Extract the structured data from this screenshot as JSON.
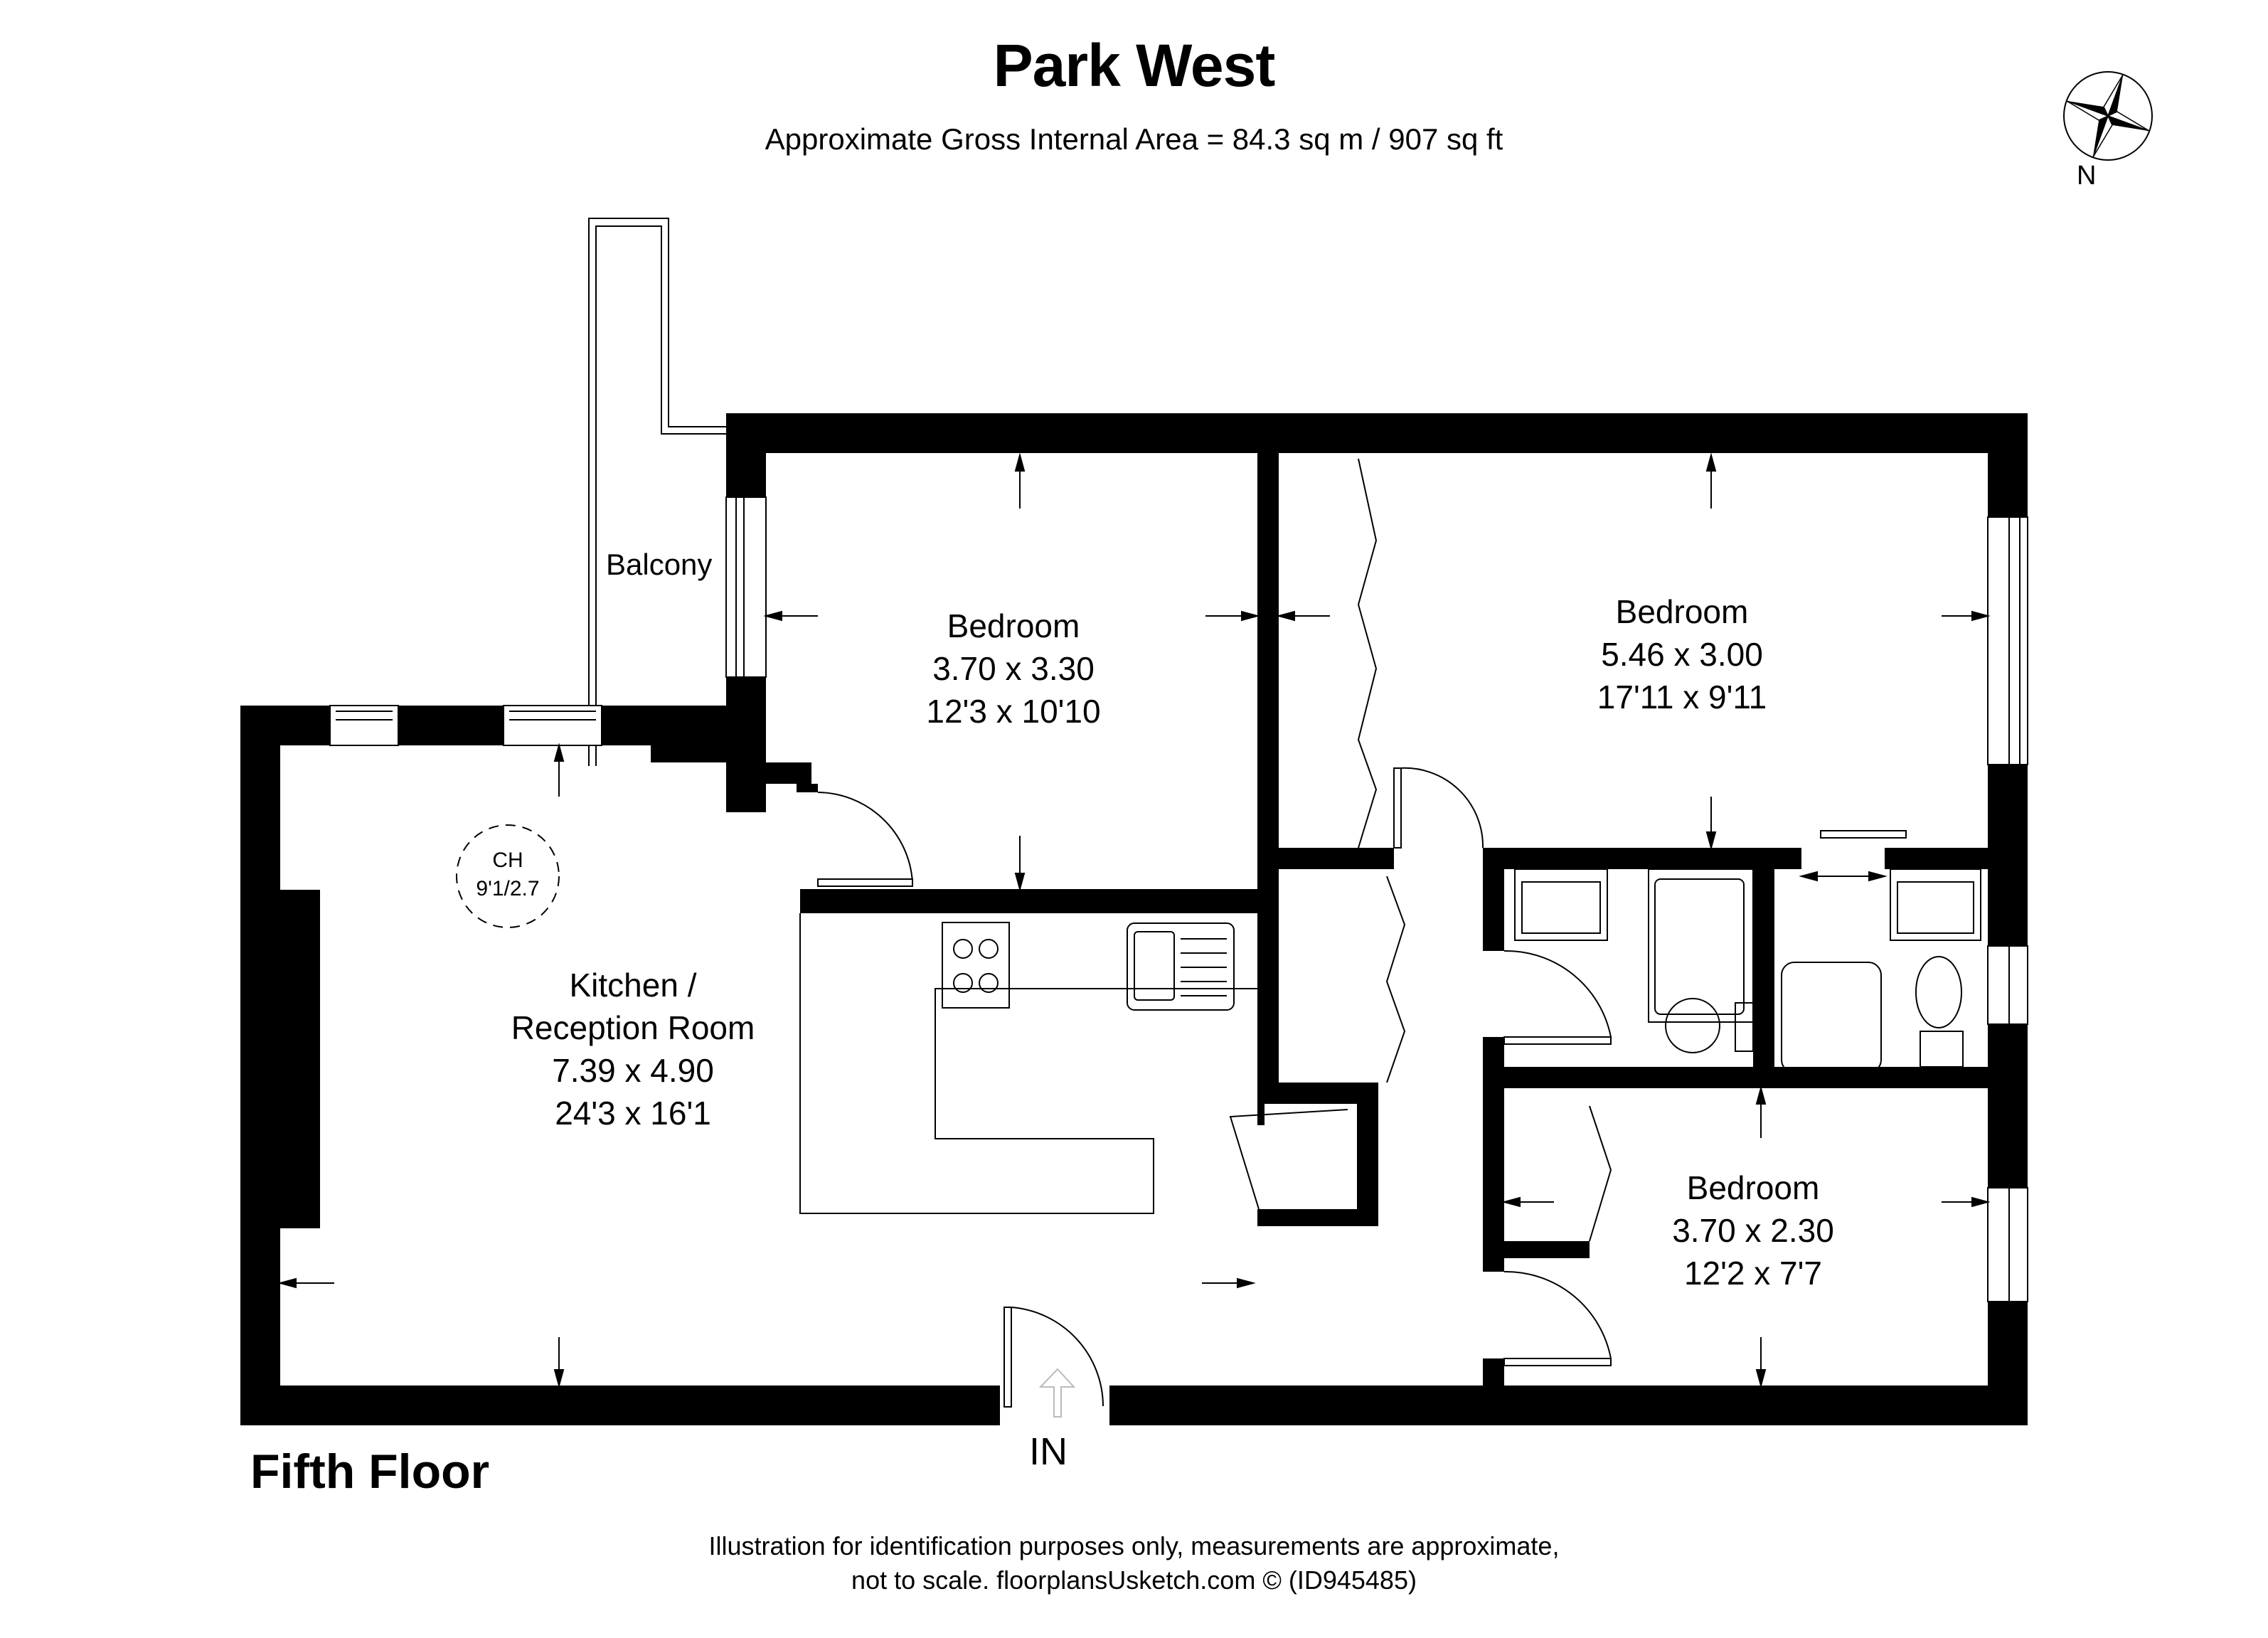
{
  "header": {
    "title": "Park West",
    "subtitle": "Approximate Gross Internal Area = 84.3 sq m / 907 sq ft"
  },
  "compass": {
    "icon": "compass-rose-icon",
    "north_label": "N"
  },
  "floor": {
    "label": "Fifth Floor",
    "entrance_label": "IN"
  },
  "rooms": [
    {
      "name": "Bedroom",
      "metric": "3.70 x 3.30",
      "imperial": "12'3 x 10'10"
    },
    {
      "name": "Bedroom",
      "metric": "5.46 x 3.00",
      "imperial": "17'11 x 9'11"
    },
    {
      "name": "Kitchen /",
      "name2": "Reception Room",
      "metric": "7.39 x 4.90",
      "imperial": "24'3 x 16'1"
    },
    {
      "name": "Bedroom",
      "metric": "3.70 x 2.30",
      "imperial": "12'2 x 7'7"
    }
  ],
  "balcony": {
    "label": "Balcony"
  },
  "ceiling_height": {
    "label": "CH",
    "value": "9'1/2.7"
  },
  "footer": {
    "line1": "Illustration for identification purposes only, measurements are approximate,",
    "line2": "not to scale. floorplansUsketch.com © (ID945485)"
  },
  "colors": {
    "wall": "#000000",
    "background": "#ffffff",
    "entry_arrow": "#bbbbbb"
  }
}
